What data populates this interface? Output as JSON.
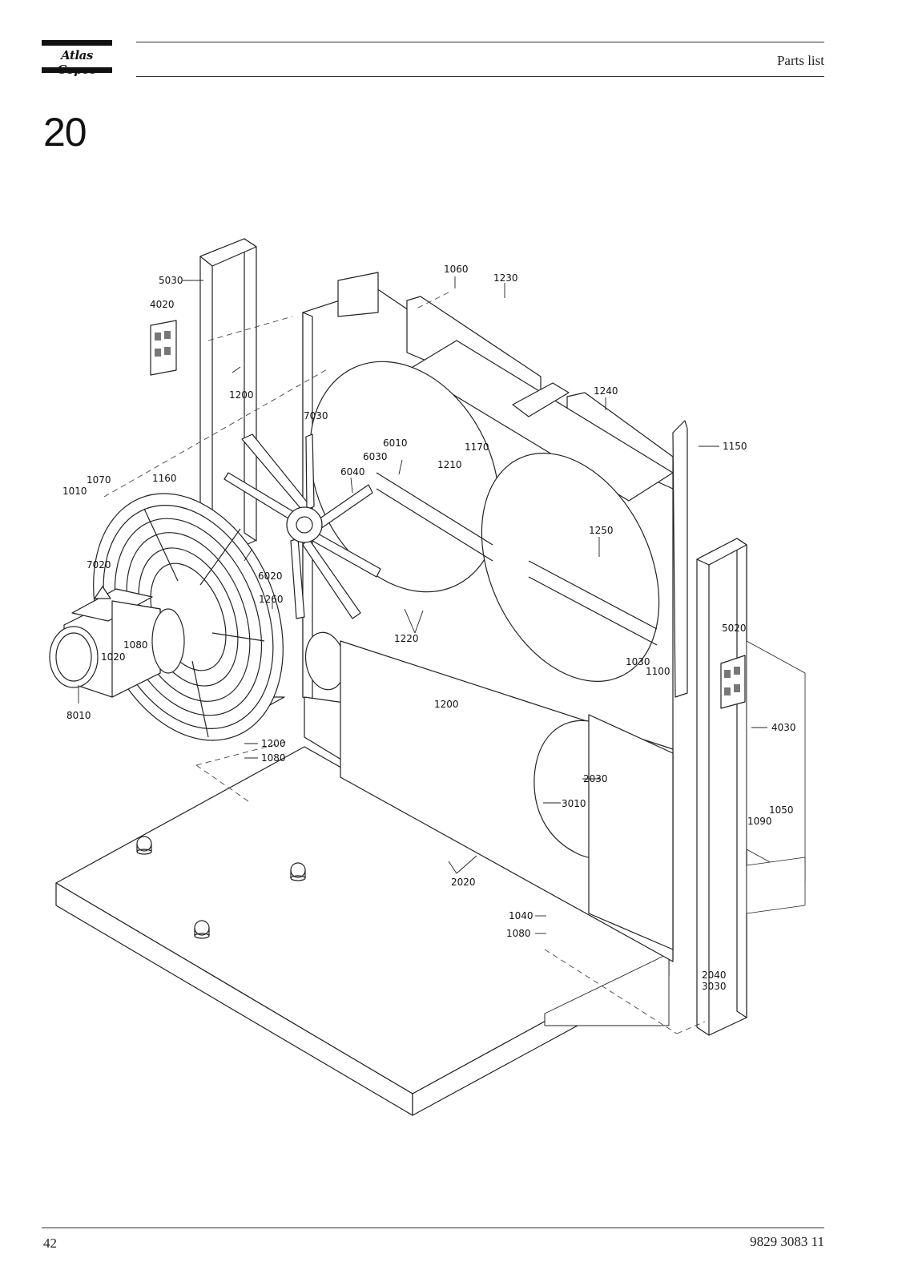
{
  "header": {
    "brand": "Atlas Copco",
    "label": "Parts list"
  },
  "section_number": "20",
  "callouts": [
    {
      "id": "c5030",
      "text": "5030"
    },
    {
      "id": "c4020",
      "text": "4020"
    },
    {
      "id": "c1200a",
      "text": "1200"
    },
    {
      "id": "c7030",
      "text": "7030"
    },
    {
      "id": "c1060",
      "text": "1060"
    },
    {
      "id": "c1230",
      "text": "1230"
    },
    {
      "id": "c1240",
      "text": "1240"
    },
    {
      "id": "c1150",
      "text": "1150"
    },
    {
      "id": "c6010",
      "text": "6010"
    },
    {
      "id": "c1170",
      "text": "1170"
    },
    {
      "id": "c6030",
      "text": "6030"
    },
    {
      "id": "c1210",
      "text": "1210"
    },
    {
      "id": "c6040",
      "text": "6040"
    },
    {
      "id": "c1010",
      "text": "1010"
    },
    {
      "id": "c1070",
      "text": "1070"
    },
    {
      "id": "c1160",
      "text": "1160"
    },
    {
      "id": "c1250",
      "text": "1250"
    },
    {
      "id": "c7020",
      "text": "7020"
    },
    {
      "id": "c6020",
      "text": "6020"
    },
    {
      "id": "c1260",
      "text": "1260"
    },
    {
      "id": "c1220",
      "text": "1220"
    },
    {
      "id": "c1080a",
      "text": "1080"
    },
    {
      "id": "c1020",
      "text": "1020"
    },
    {
      "id": "c5020",
      "text": "5020"
    },
    {
      "id": "c1030",
      "text": "1030"
    },
    {
      "id": "c1100",
      "text": "1100"
    },
    {
      "id": "c1200b",
      "text": "1200"
    },
    {
      "id": "c8010",
      "text": "8010"
    },
    {
      "id": "c4030",
      "text": "4030"
    },
    {
      "id": "c1200c",
      "text": "1200"
    },
    {
      "id": "c1080b",
      "text": "1080"
    },
    {
      "id": "c2030",
      "text": "2030"
    },
    {
      "id": "c3010",
      "text": "3010"
    },
    {
      "id": "c1050",
      "text": "1050"
    },
    {
      "id": "c1090",
      "text": "1090"
    },
    {
      "id": "c2020",
      "text": "2020"
    },
    {
      "id": "c1040",
      "text": "1040"
    },
    {
      "id": "c1080c",
      "text": "1080"
    },
    {
      "id": "c2040",
      "text": "2040"
    },
    {
      "id": "c3030",
      "text": "3030"
    }
  ],
  "footer": {
    "page_number": "42",
    "doc_number": "9829 3083 11"
  }
}
